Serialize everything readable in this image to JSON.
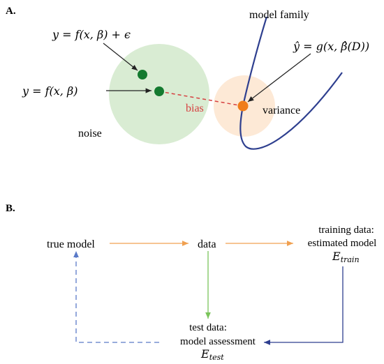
{
  "panel_a": {
    "label": "A.",
    "eq_noisy": "y = f(x, β) + ϵ",
    "eq_true": "y = f(x, β)",
    "eq_estimate": "ŷ = g(x, β̂(D))",
    "model_family": "model family",
    "bias": "bias",
    "variance": "variance",
    "noise": "noise"
  },
  "panel_b": {
    "label": "B.",
    "true_model": "true model",
    "data": "data",
    "training_line1": "training data:",
    "training_line2": "estimated model",
    "e_train_base": "E",
    "e_train_sub": "train",
    "test_line1": "test data:",
    "test_line2": "model assessment",
    "e_test_base": "E",
    "e_test_sub": "test"
  },
  "colors": {
    "noise_circle": "#d9ecd3",
    "variance_circle": "#fde9d6",
    "true_point": "#147a2f",
    "estimate_point": "#f07d1a",
    "bias_line": "#d64040",
    "model_curve": "#2e3f8f",
    "orange_arrow": "#f0a050",
    "green_arrow": "#7ac45a",
    "blue_arrow": "#2e3f8f",
    "dashed_arrow": "#5a7ac8"
  }
}
